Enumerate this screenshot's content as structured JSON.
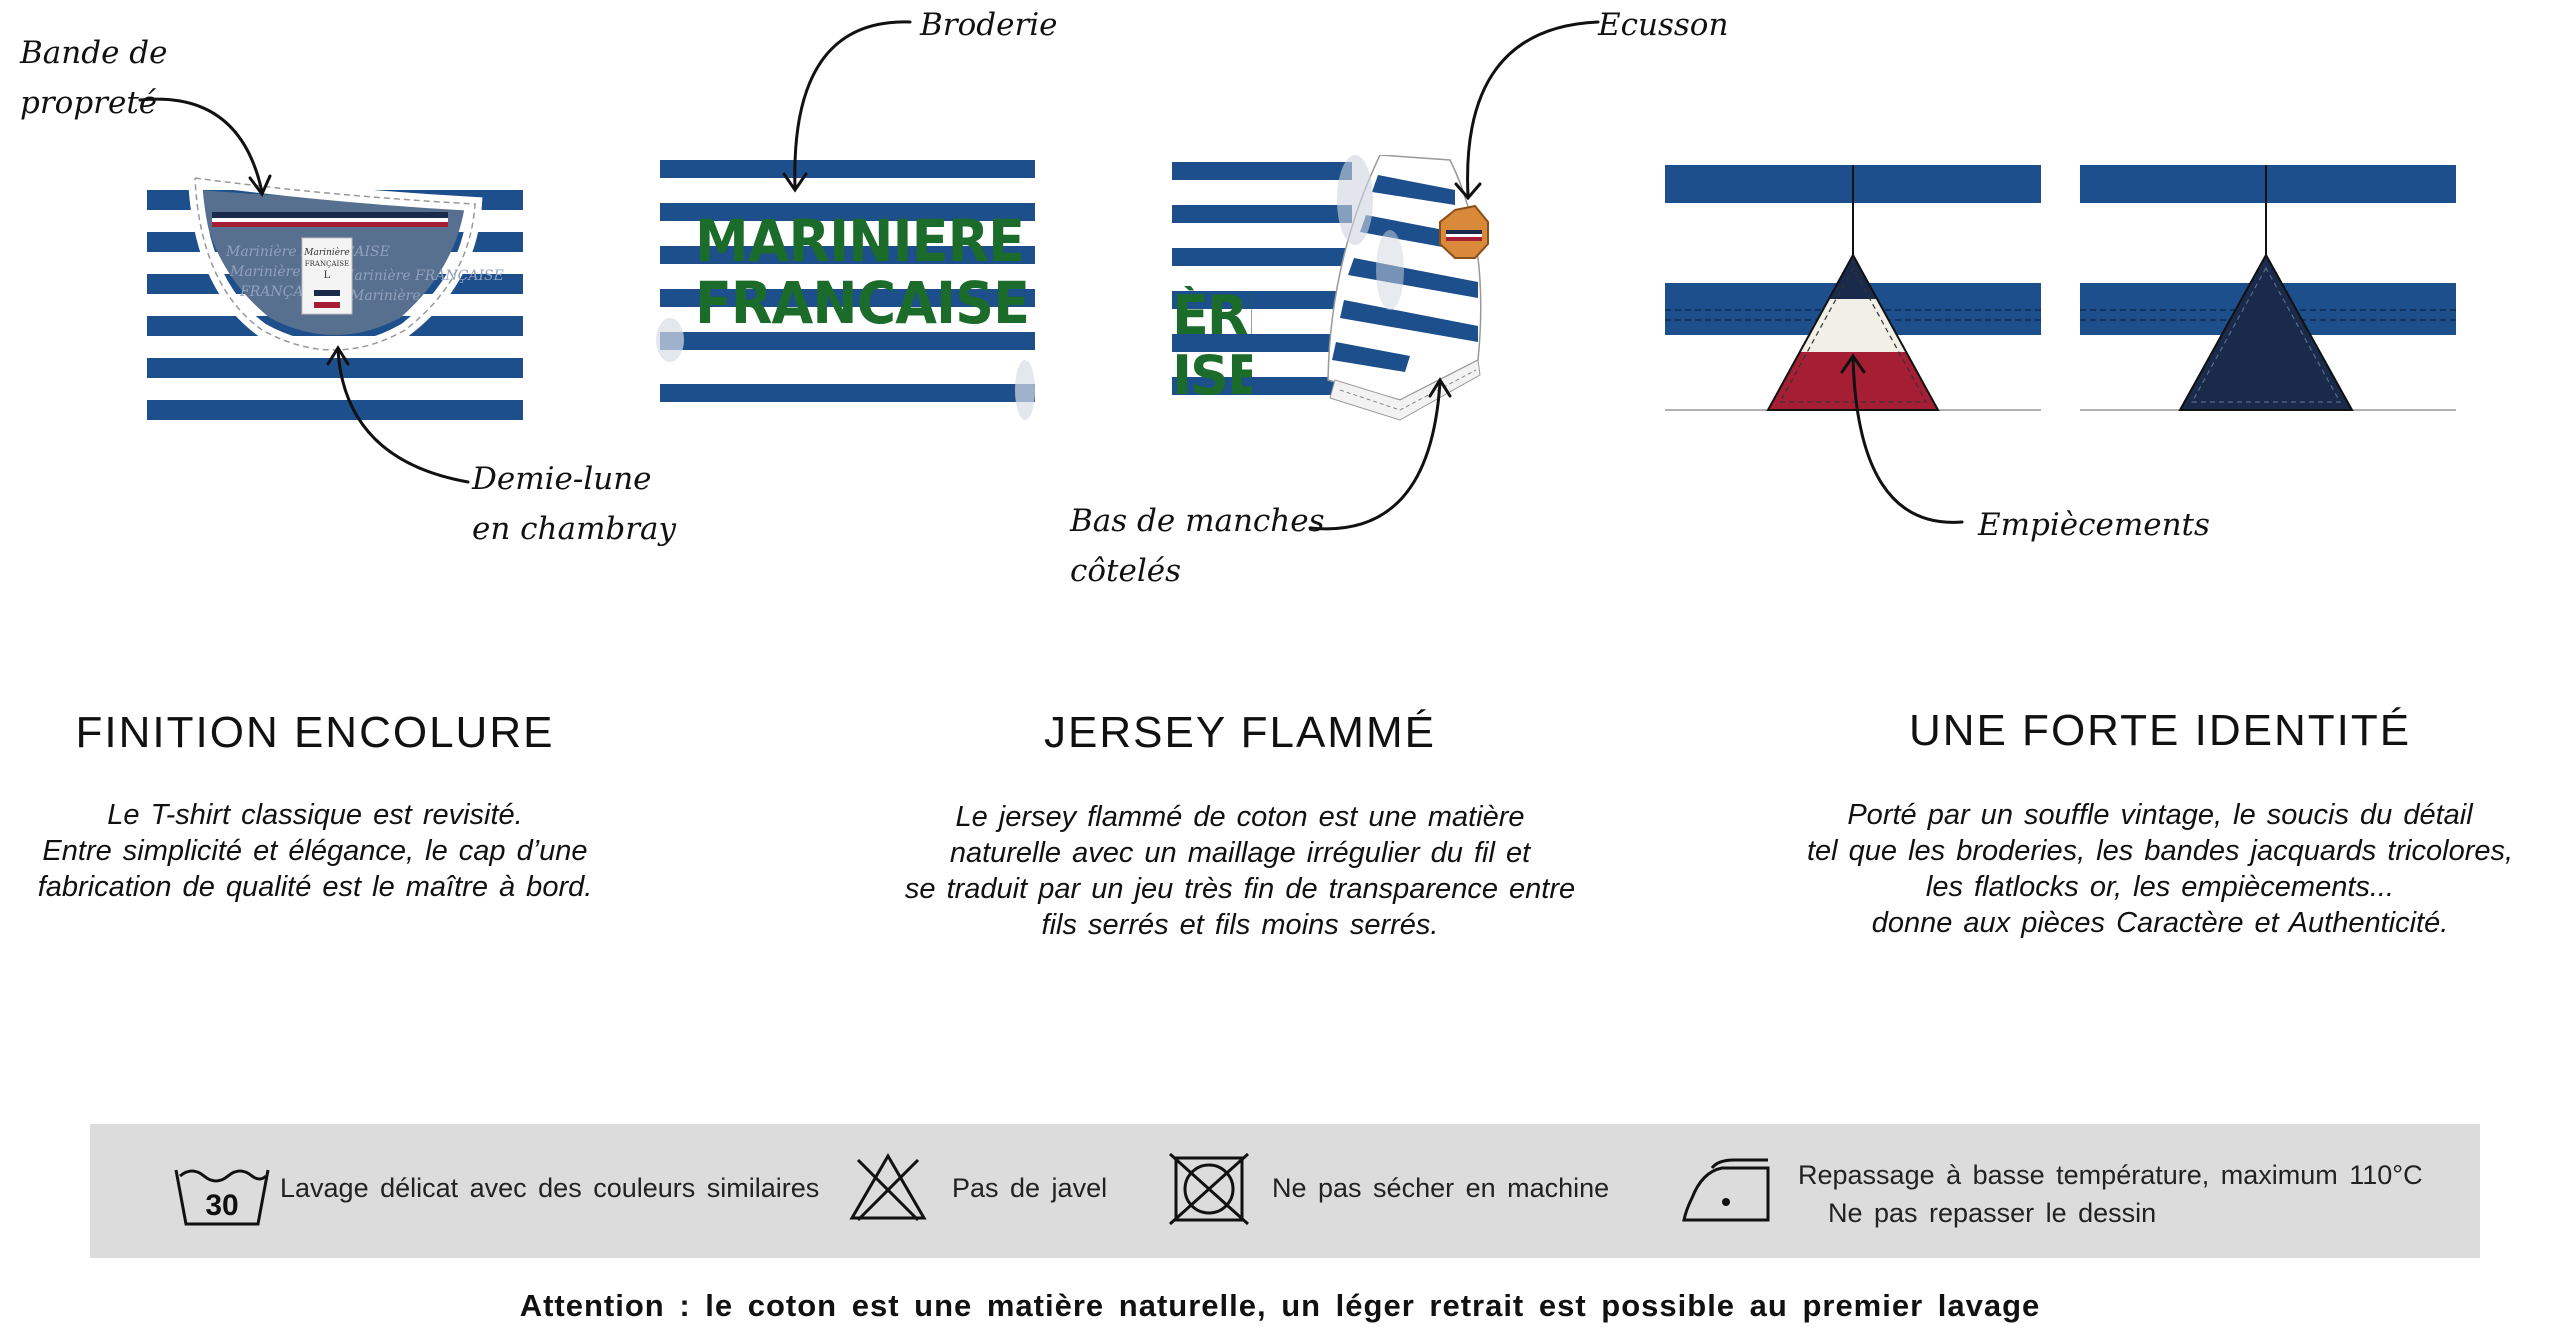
{
  "annotations": {
    "bande_de_proprete": [
      "Bande de",
      "propreté"
    ],
    "demie_lune": [
      "Demie-lune",
      "en chambray"
    ],
    "broderie": "Broderie",
    "ecusson": "Ecusson",
    "bas_de_manches": [
      "Bas de manches",
      "côtelés"
    ],
    "empiecements": "Empiècements"
  },
  "embroidery": {
    "line1": "MARINIERE",
    "line2": "FRANCAISE",
    "partial1": "ÈRE",
    "partial2": "ISE"
  },
  "neck_label": {
    "brand_top": "Marinière",
    "brand_bottom": "FRANÇAISE",
    "size": "L"
  },
  "sections": [
    {
      "title": "FINITION ENCOLURE",
      "lines": [
        "Le T-shirt classique est revisité.",
        "Entre simplicité et élégance, le cap d’une",
        "fabrication de qualité est le maître à bord."
      ]
    },
    {
      "title": "JERSEY FLAMMÉ",
      "lines": [
        "Le jersey flammé de coton est une matière",
        "naturelle avec un maillage irrégulier du fil et",
        "se traduit par un jeu très fin de transparence entre",
        "fils serrés et fils moins serrés."
      ]
    },
    {
      "title": "UNE FORTE IDENTITÉ",
      "lines": [
        "Porté par un souffle vintage, le soucis du détail",
        "tel que les broderies, les bandes jacquards tricolores,",
        "les flatlocks or, les empiècements...",
        "donne aux pièces Caractère et Authenticité."
      ]
    }
  ],
  "care": [
    {
      "icon": "wash-30-icon",
      "number": "30",
      "text": "Lavage délicat avec des couleurs similaires"
    },
    {
      "icon": "no-bleach-icon",
      "text": "Pas de javel"
    },
    {
      "icon": "no-tumble-dry-icon",
      "text": "Ne pas sécher en machine"
    },
    {
      "icon": "iron-low-icon",
      "text": [
        "Repassage à basse température, maximum 110°C",
        "Ne pas repasser le dessin"
      ]
    }
  ],
  "footer_note": "Attention : le coton est une matière naturelle, un léger retrait est possible au premier lavage",
  "colors": {
    "navy_stripe": "#1d4f8c",
    "embroidery_green": "#1b6b2a",
    "dark_navy": "#1a2a4a",
    "tricolor_red": "#a61e34",
    "cream": "#f1efe6",
    "care_bar_bg": "#dcdcdc"
  }
}
